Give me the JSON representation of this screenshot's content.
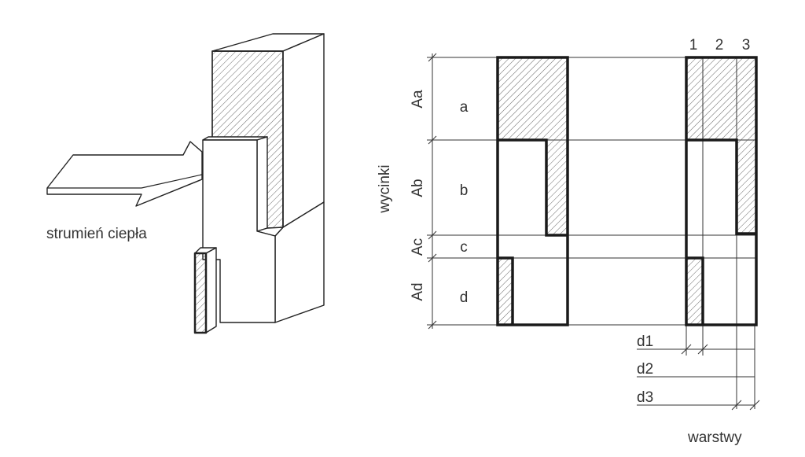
{
  "left_figure": {
    "arrow_label": "strumień ciepła"
  },
  "right_figure": {
    "vertical_axis_label": "wycinki",
    "section_areas": [
      "Aa",
      "Ab",
      "Ac",
      "Ad"
    ],
    "sections": [
      "a",
      "b",
      "c",
      "d"
    ],
    "layer_numbers": [
      "1",
      "2",
      "3"
    ],
    "thicknesses": [
      "d1",
      "d2",
      "d3"
    ],
    "layers_label": "warstwy"
  },
  "colors": {
    "line": "#1a1a1a",
    "text": "#333333"
  }
}
